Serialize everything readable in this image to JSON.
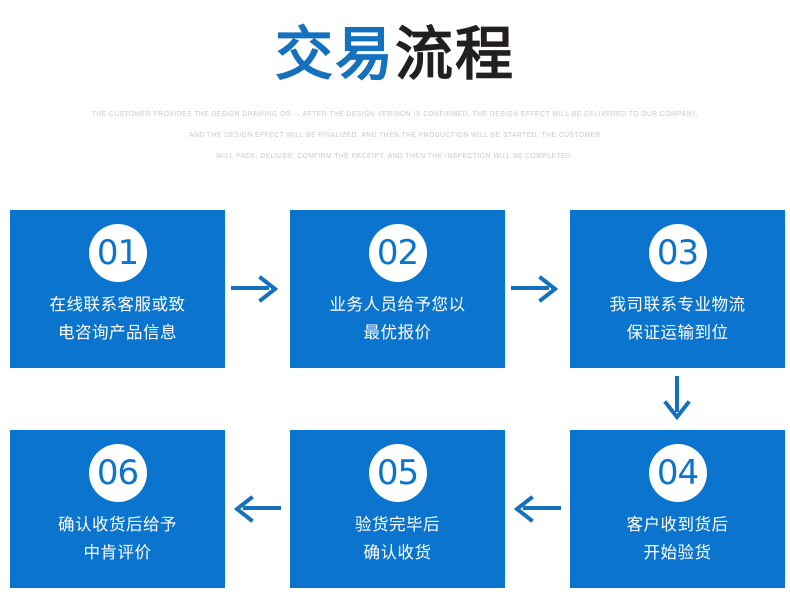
{
  "header": {
    "title_part_blue": "交易",
    "title_part_dark": "流程",
    "subtitle_lines": [
      "THE CUSTOMER PROVIDES THE DESIGN DRAWING OR → AFTER THE DESIGN VERSION IS CONFIRMED, THE DESIGN EFFECT WILL BE DELIVERED TO OUR COMPANY,",
      "AND THE DESIGN EFFECT WILL BE FINALIZED, AND THEN THE PRODUCTION WILL BE STARTED, THE CUSTOMER",
      "WILL PACK, DELIVER, CONFIRM THE RECEIPT, AND THEN THE INSPECTION WILL BE COMPLETED."
    ]
  },
  "colors": {
    "brand_blue": "#0b74ce",
    "title_blue": "#1471bd",
    "title_dark": "#231f20",
    "subtitle_gray": "#c9c9cd",
    "card_text": "#ffffff"
  },
  "steps": [
    {
      "number": "01",
      "line1": "在线联系客服或致",
      "line2": "电咨询产品信息"
    },
    {
      "number": "02",
      "line1": "业务人员给予您以",
      "line2": "最优报价"
    },
    {
      "number": "03",
      "line1": "我司联系专业物流",
      "line2": "保证运输到位"
    },
    {
      "number": "04",
      "line1": "客户收到货后",
      "line2": "开始验货"
    },
    {
      "number": "05",
      "line1": "验货完毕后",
      "line2": "确认收货"
    },
    {
      "number": "06",
      "line1": "确认收货后给予",
      "line2": "中肯评价"
    }
  ],
  "arrows": [
    {
      "name": "arrow-right-step1-step2",
      "direction": "right"
    },
    {
      "name": "arrow-right-step2-step3",
      "direction": "right"
    },
    {
      "name": "arrow-down-step3-step4",
      "direction": "down"
    },
    {
      "name": "arrow-left-step4-step5",
      "direction": "left"
    },
    {
      "name": "arrow-left-step5-step6",
      "direction": "left"
    }
  ]
}
